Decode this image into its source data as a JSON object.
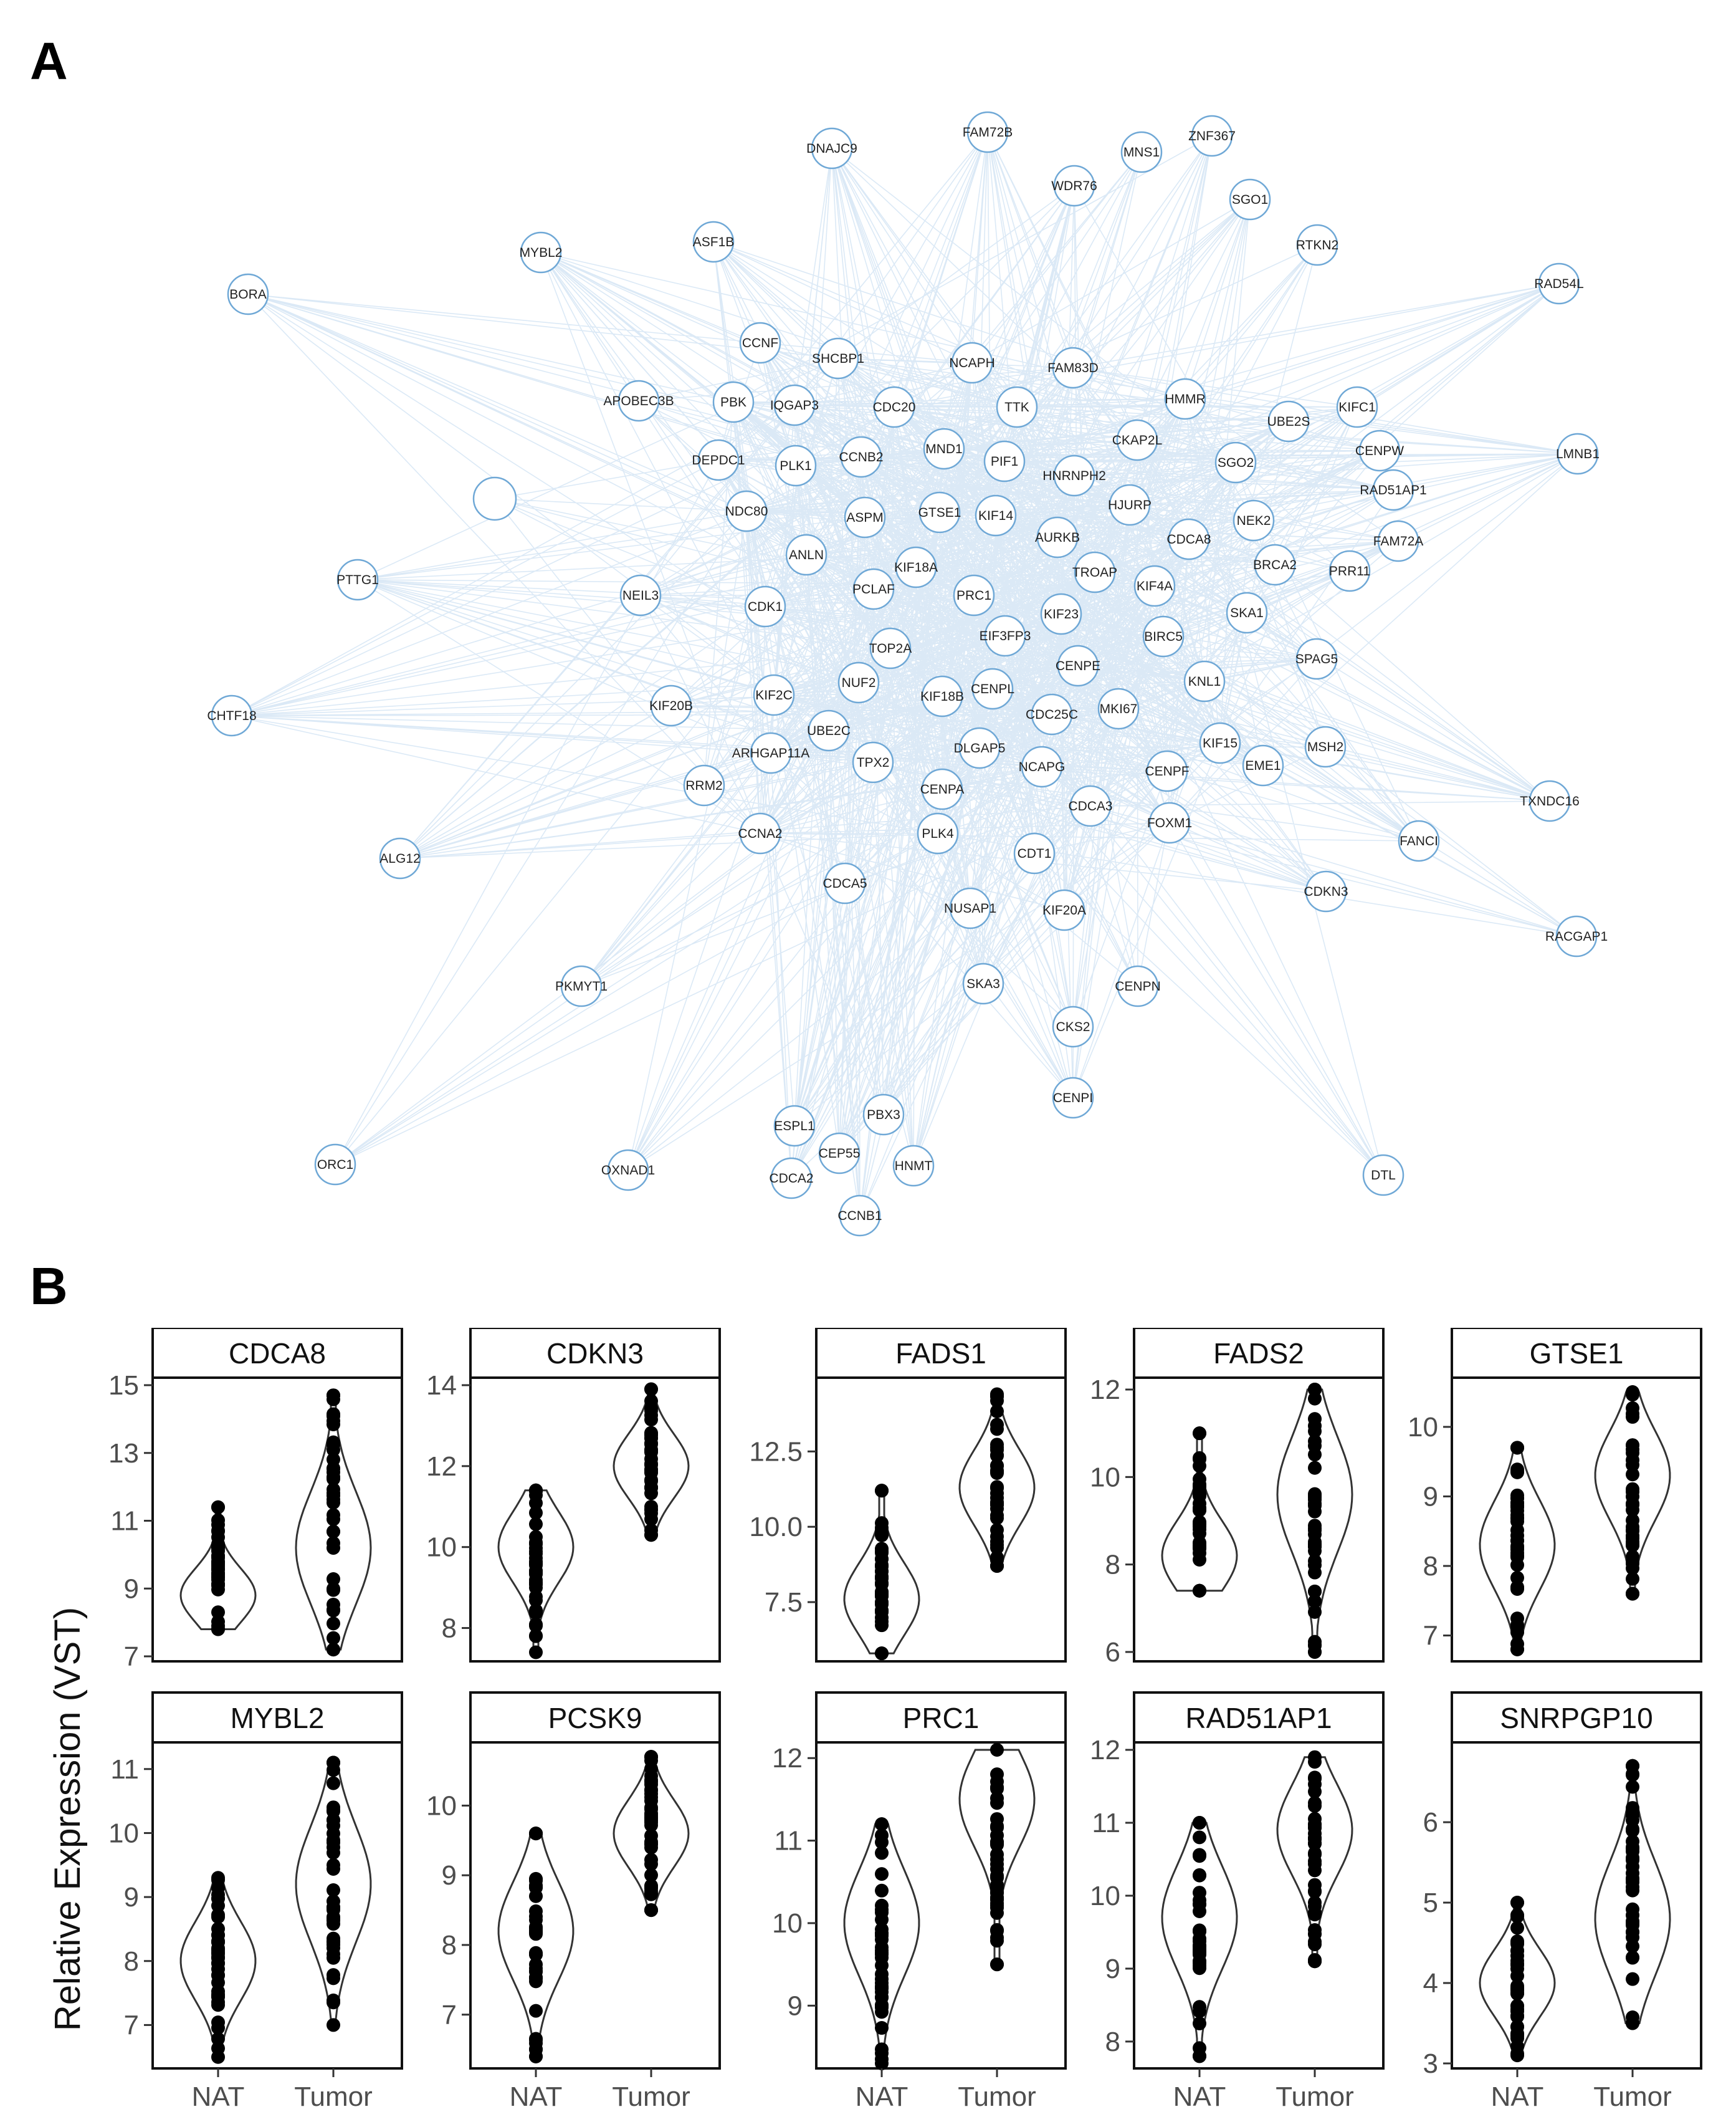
{
  "panels": {
    "a": "A",
    "b": "B"
  },
  "chart_data": [
    {
      "type": "network",
      "panel": "A",
      "nodes": [
        "DNAJC9",
        "FAM72B",
        "MNS1",
        "ZNF367",
        "WDR76",
        "SGO1",
        "ASF1B",
        "MYBL2",
        "RTKN2",
        "BORA",
        "RAD54L",
        "CCNF",
        "SHCBP1",
        "NCAPH",
        "FAM83D",
        "APOBEC3B",
        "PBK",
        "IQGAP3",
        "CDC20",
        "TTK",
        "HMMR",
        "UBE2S",
        "KIFC1",
        "MND1",
        "PIF1",
        "CKAP2L",
        "DEPDC1",
        "PLK1",
        "CCNB2",
        "HNRNPH2",
        "SGO2",
        "CENPW",
        "LMNB1",
        "RAD51AP1",
        "NDC80",
        "ASPM",
        "GTSE1",
        "KIF14",
        "HJURP",
        "NEK2",
        "AURKB",
        "CDCA8",
        "FAM72A",
        "ANLN",
        "KIF18A",
        "TROAP",
        "BRCA2",
        "PRR11",
        "PTTG1",
        "PCLAF",
        "PRC1",
        "KIF4A",
        "NEIL3",
        "CDK1",
        "KIF23",
        "SKA1",
        "EIF3FP3",
        "BIRC5",
        "TOP2A",
        "CENPE",
        "SPAG5",
        "NUF2",
        "KIF2C",
        "KIF18B",
        "CENPL",
        "KNL1",
        "KIF20B",
        "CHTF18",
        "CDC25C",
        "MKI67",
        "UBE2C",
        "DLGAP5",
        "KIF15",
        "MSH2",
        "ARHGAP11A",
        "NCAPG",
        "EME1",
        "TPX2",
        "CENPF",
        "RRM2",
        "CENPA",
        "CDCA3",
        "TXNDC16",
        "FOXM1",
        "CCNA2",
        "FANCI",
        "PLK4",
        "CDT1",
        "ALG12",
        "CDCA5",
        "CDKN3",
        "NUSAP1",
        "KIF20A",
        "RACGAP1",
        "PKMYT1",
        "SKA3",
        "CENPN",
        "CKS2",
        "CENPI",
        "PBX3",
        "ESPL1",
        "CEP55",
        "ORC1",
        "HNMT",
        "OXNAD1",
        "CDCA2",
        "DTL",
        "CCNB1"
      ],
      "unlabeled_nodes": 1
    },
    {
      "type": "violin",
      "panel": "B",
      "ylabel": "Relative Expression (VST)",
      "categories": [
        "NAT",
        "Tumor"
      ],
      "facets": [
        {
          "gene": "CDCA8",
          "ticks": [
            7,
            9,
            11,
            13,
            15
          ],
          "ylim": [
            7,
            15
          ],
          "NAT": {
            "min": 7.8,
            "max": 11.4,
            "median": 8.8
          },
          "Tumor": {
            "min": 7.2,
            "max": 14.7,
            "median": 10.2
          }
        },
        {
          "gene": "CDKN3",
          "ticks": [
            8,
            10,
            12,
            14
          ],
          "ylim": [
            7.3,
            14
          ],
          "NAT": {
            "min": 7.4,
            "max": 11.4,
            "median": 10.0
          },
          "Tumor": {
            "min": 10.3,
            "max": 13.9,
            "median": 12.0
          }
        },
        {
          "gene": "FADS1",
          "ticks": [
            7.5,
            10.0,
            12.5
          ],
          "ylim": [
            5.7,
            14.7
          ],
          "NAT": {
            "min": 5.8,
            "max": 11.2,
            "median": 7.6
          },
          "Tumor": {
            "min": 8.7,
            "max": 14.4,
            "median": 11.3
          }
        },
        {
          "gene": "FADS2",
          "ticks": [
            6,
            8,
            10,
            12
          ],
          "ylim": [
            5.9,
            12.1
          ],
          "NAT": {
            "min": 7.4,
            "max": 11.0,
            "median": 8.2
          },
          "Tumor": {
            "min": 6.0,
            "max": 12.0,
            "median": 9.6
          }
        },
        {
          "gene": "GTSE1",
          "ticks": [
            7,
            8,
            9,
            10
          ],
          "ylim": [
            6.7,
            10.6
          ],
          "NAT": {
            "min": 6.8,
            "max": 9.7,
            "median": 8.3
          },
          "Tumor": {
            "min": 7.6,
            "max": 10.5,
            "median": 9.3
          }
        },
        {
          "gene": "MYBL2",
          "ticks": [
            7,
            8,
            9,
            10,
            11
          ],
          "ylim": [
            6.4,
            11.3
          ],
          "NAT": {
            "min": 6.5,
            "max": 9.3,
            "median": 8.0
          },
          "Tumor": {
            "min": 7.0,
            "max": 11.1,
            "median": 9.2
          }
        },
        {
          "gene": "PCSK9",
          "ticks": [
            7,
            8,
            9,
            10
          ],
          "ylim": [
            6.3,
            10.8
          ],
          "NAT": {
            "min": 6.4,
            "max": 9.6,
            "median": 8.2
          },
          "Tumor": {
            "min": 8.5,
            "max": 10.7,
            "median": 9.6
          }
        },
        {
          "gene": "PRC1",
          "ticks": [
            9,
            10,
            11,
            12
          ],
          "ylim": [
            8.3,
            12.1
          ],
          "NAT": {
            "min": 8.3,
            "max": 11.2,
            "median": 10.0
          },
          "Tumor": {
            "min": 9.5,
            "max": 12.1,
            "median": 11.5
          }
        },
        {
          "gene": "RAD51AP1",
          "ticks": [
            8,
            9,
            10,
            11,
            12
          ],
          "ylim": [
            7.7,
            12.0
          ],
          "NAT": {
            "min": 7.8,
            "max": 11.0,
            "median": 9.7
          },
          "Tumor": {
            "min": 9.1,
            "max": 11.9,
            "median": 10.9
          }
        },
        {
          "gene": "SNRPGP10",
          "ticks": [
            3,
            4,
            5,
            6
          ],
          "ylim": [
            3.0,
            6.9
          ],
          "NAT": {
            "min": 3.1,
            "max": 5.0,
            "median": 4.0
          },
          "Tumor": {
            "min": 3.5,
            "max": 6.7,
            "median": 4.8
          }
        }
      ]
    }
  ]
}
